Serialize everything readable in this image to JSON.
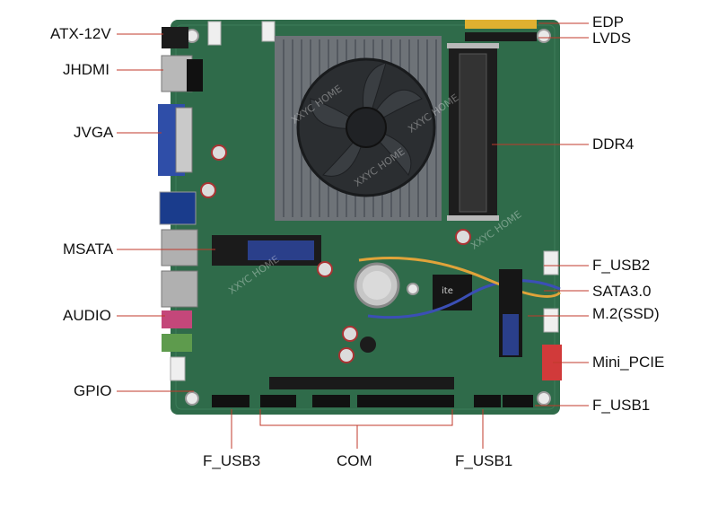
{
  "watermark": "XXYC HOME",
  "colors": {
    "pcb": "#2f6b4a",
    "pcb_dark": "#1f4a33",
    "leader": "#c0392b",
    "heatsink": "#6e7378",
    "fan": "#2b2e31"
  },
  "labels_left": {
    "atx": "ATX-12V",
    "jhdmi": "JHDMI",
    "jvga": "JVGA",
    "msata": "MSATA",
    "audio": "AUDIO",
    "gpio": "GPIO"
  },
  "labels_right": {
    "edp": "EDP",
    "lvds": "LVDS",
    "ddr4": "DDR4",
    "f_usb2": "F_USB2",
    "sata": "SATA3.0",
    "m2": "M.2(SSD)",
    "mini_pcie": "Mini_PCIE",
    "f_usb1_right": "F_USB1"
  },
  "labels_bottom": {
    "f_usb3": "F_USB3",
    "com": "COM",
    "f_usb1_bottom": "F_USB1"
  },
  "chip_marks": {
    "ite": "ite"
  }
}
